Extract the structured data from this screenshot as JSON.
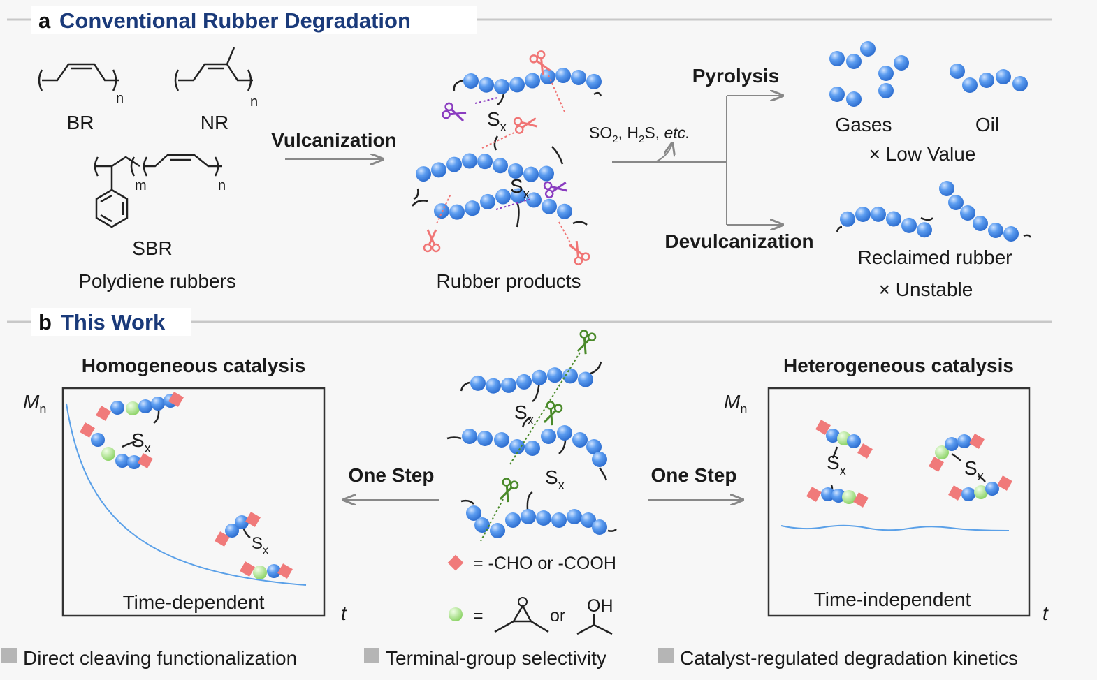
{
  "section_a": {
    "letter": "a",
    "title": "Conventional Rubber Degradation",
    "polymers": {
      "br": "BR",
      "nr": "NR",
      "sbr": "SBR",
      "subscript_n": "n",
      "subscript_m": "m",
      "group_label": "Polydiene rubbers"
    },
    "vulcanization": "Vulcanization",
    "crosslink": {
      "s": "S",
      "x": "x"
    },
    "products_label": "Rubber products",
    "byproducts": {
      "so": "SO",
      "two": "2",
      "h": ", H",
      "s": "S, ",
      "etc": "etc."
    },
    "pyrolysis": "Pyrolysis",
    "gases": "Gases",
    "oil": "Oil",
    "low_value": "× Low Value",
    "devulcanization": "Devulcanization",
    "reclaimed": "Reclaimed rubber",
    "unstable": "× Unstable"
  },
  "section_b": {
    "letter": "b",
    "title": "This Work",
    "homogeneous": {
      "title": "Homogeneous catalysis",
      "y_axis": "M",
      "y_sub": "n",
      "x_axis": "t",
      "caption": "Time-dependent"
    },
    "heterogeneous": {
      "title": "Heterogeneous catalysis",
      "y_axis": "M",
      "y_sub": "n",
      "x_axis": "t",
      "caption": "Time-independent"
    },
    "one_step": "One Step",
    "legend": {
      "diamond": "=  -CHO or -COOH",
      "eq": "=",
      "or": "or",
      "oh": "OH"
    }
  },
  "footer": [
    "Direct cleaving functionalization",
    "Terminal-group selectivity",
    "Catalyst-regulated degradation kinetics"
  ],
  "colors": {
    "navy": "#1a3a7a",
    "pyrolysis": "#f07575",
    "devulc": "#8a3cc0",
    "warn": "#d0102a",
    "green": "#4a8a2a",
    "bead": "#4a8fe8",
    "curve": "#5aa0e8"
  }
}
